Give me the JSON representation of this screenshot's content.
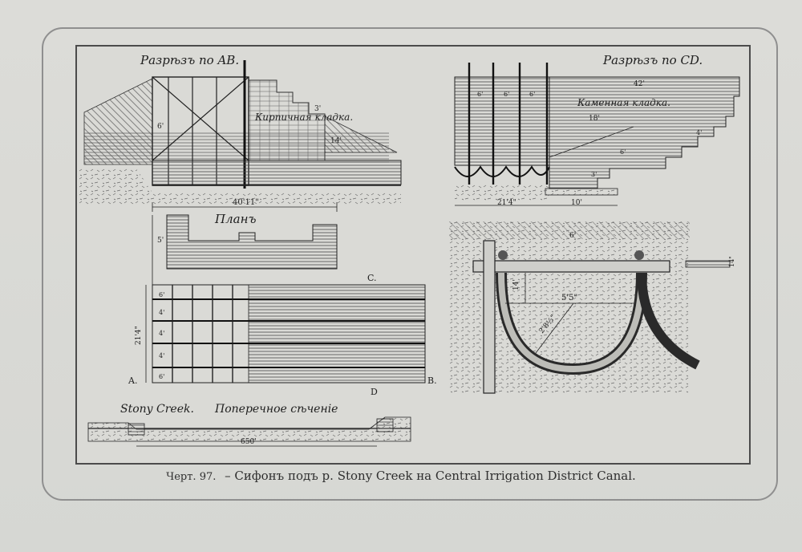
{
  "plate": {
    "section_ab": {
      "title": "Разрѣзъ по AB.",
      "masonry_label": "Кирпичная кладка.",
      "dim_width": "40'11\"",
      "dim_a": "6'",
      "dim_b": "3'",
      "dim_c": "14'"
    },
    "section_cd": {
      "title": "Разрѣзъ по CD.",
      "masonry_label": "Каменная кладка.",
      "dim_top": "42'",
      "dim_mid": "18'",
      "dim_left": "21'4\"",
      "dim_right": "10'",
      "dim_col": [
        "6'",
        "6'",
        "6'"
      ],
      "dim_step": "4'",
      "dim_step2": "3'",
      "dim_step3": "6'"
    },
    "plan": {
      "title": "Планъ",
      "label_a": "A.",
      "label_b": "B.",
      "label_c": "C.",
      "label_d": "D",
      "dim_height": "21'4\"",
      "dim_side": "5'",
      "dim_rows": [
        "6'",
        "4'",
        "4'",
        "4'",
        "6'"
      ]
    },
    "arch_section": {
      "dim_top": "6'",
      "dim_rise": "14'",
      "dim_span": "5'5\"",
      "dim_radius": "2'8½\"",
      "dim_plank": "14\""
    },
    "cross_section": {
      "title_left": "Stony Creek.",
      "title_right": "Поперечное сѣченіе",
      "dim_length": "650'"
    }
  },
  "caption": {
    "figure_number": "Черт. 97.",
    "text": "– Сифонъ подъ р. Stony Creek на Central Irrigation District Canal."
  },
  "colors": {
    "ink": "#2a2a2a",
    "paper": "#dadad6",
    "border": "#8f8f8f"
  }
}
